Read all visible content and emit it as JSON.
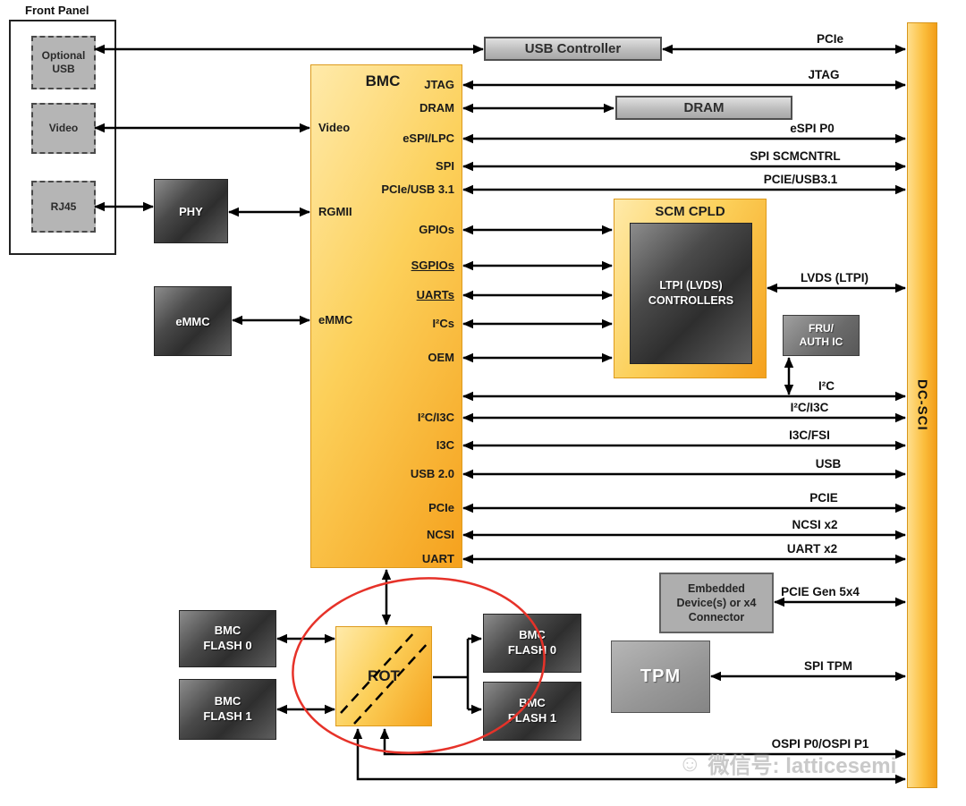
{
  "front_panel": {
    "title": "Front Panel",
    "optional_usb": "Optional USB",
    "video": "Video",
    "rj45": "RJ45"
  },
  "blocks": {
    "phy": "PHY",
    "emmc": "eMMC",
    "usb_controller": "USB Controller",
    "dram": "DRAM",
    "scm_cpld": "SCM CPLD",
    "ltpi": "LTPI (LVDS) CONTROLLERS",
    "fru_auth": "FRU/ AUTH IC",
    "dc_sci": "DC-SCI",
    "embedded": "Embedded Device(s) or x4 Connector",
    "tpm": "TPM",
    "rot": "ROT",
    "bmc_flash0": "BMC FLASH 0",
    "bmc_flash1": "BMC FLASH 1"
  },
  "bmc": {
    "title": "BMC",
    "left_ports": {
      "video": "Video",
      "rgmii": "RGMII",
      "emmc": "eMMC"
    },
    "right_ports": {
      "jtag": "JTAG",
      "dram": "DRAM",
      "espi_lpc": "eSPI/LPC",
      "spi": "SPI",
      "pcie_usb31": "PCIe/USB 3.1",
      "gpios": "GPIOs",
      "sgpios": "SGPIOs",
      "uarts": "UARTs",
      "i2cs": "I²Cs",
      "oem": "OEM",
      "i2c_i3c": "I²C/I3C",
      "i3c": "I3C",
      "usb20": "USB 2.0",
      "pcie": "PCIe",
      "ncsi": "NCSI",
      "uart": "UART"
    }
  },
  "buses": {
    "pcie_top": "PCIe",
    "jtag": "JTAG",
    "espi_p0": "eSPI P0",
    "spi_scmcntrl": "SPI SCMCNTRL",
    "pcie_usb31": "PCIE/USB3.1",
    "lvds_ltpi": "LVDS (LTPI)",
    "i2c": "I²C",
    "i2c_i3c": "I²C/I3C",
    "i3c_fsi": "I3C/FSI",
    "usb": "USB",
    "pcie": "PCIE",
    "ncsi_x2": "NCSI x2",
    "uart_x2": "UART x2",
    "pcie_gen5x4": "PCIE Gen 5x4",
    "spi_tpm": "SPI TPM",
    "ospi": "OSPI P0/OSPI P1"
  },
  "watermark": {
    "text": "微信号: latticesemi"
  },
  "colors": {
    "orange_light": "#ffeaaa",
    "orange": "#f5a11d",
    "red_ellipse": "#e63229",
    "dark_box": "#3c3c3c",
    "gray_box": "#b5b5b5"
  }
}
